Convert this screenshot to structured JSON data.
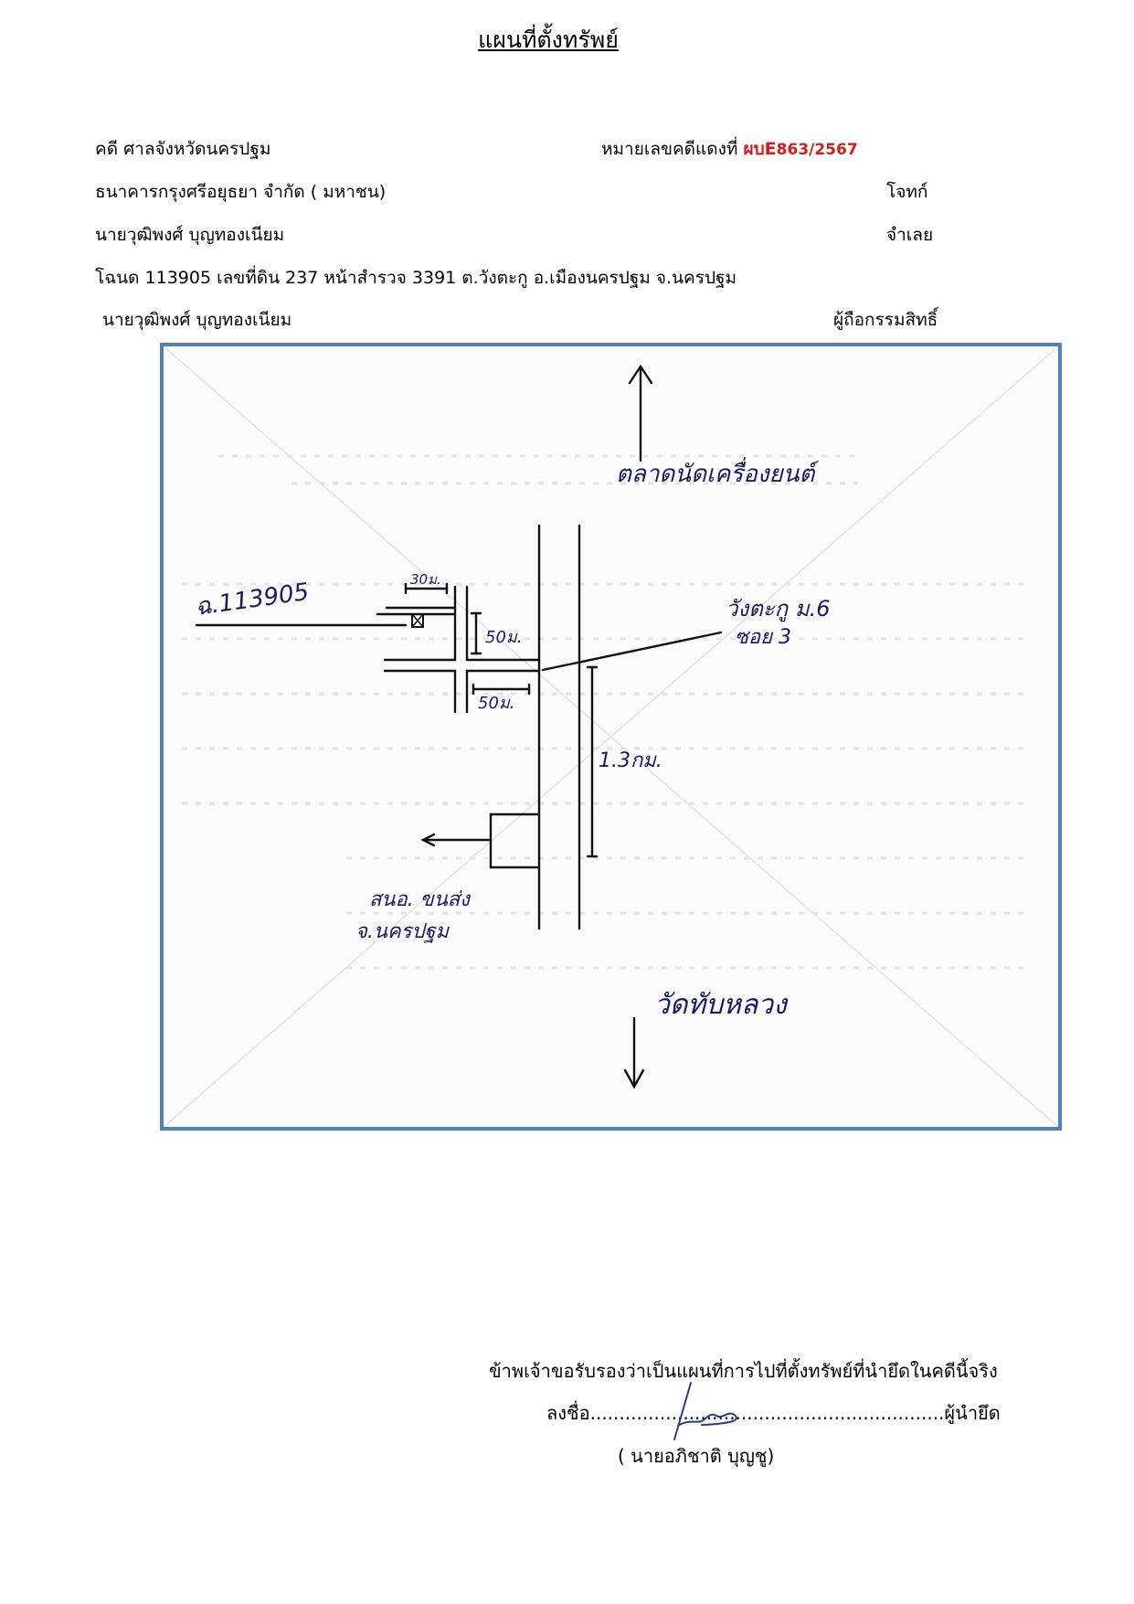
{
  "header": {
    "title": "แผนที่ตั้งทรัพย์"
  },
  "case": {
    "court": "คดี ศาลจังหวัดนครปฐม",
    "red_case_label": "หมายเลขคดีแดงที่",
    "red_case_prefix": "ผบE",
    "red_case_number": "863/2567",
    "plaintiff": "ธนาคารกรุงศรีอยุธยา จำกัด ( มหาชน)",
    "plaintiff_role": "โจทก์",
    "defendant": "นายวุฒิพงศ์  บุญทองเนียม",
    "defendant_role": "จำเลย",
    "deed": "โฉนด 113905  เลขที่ดิน 237 หน้าสำรวจ 3391 ต.วังตะกู   อ.เมืองนครปฐม  จ.นครปฐม",
    "owner": "นายวุฒิพงศ์  บุญทองเนียม",
    "owner_role": "ผู้ถือกรรมสิทธิ์"
  },
  "map": {
    "north_label": "ตลาดนัดเครื่องยนต์",
    "south_label": "วัดทับหลวง",
    "deed_label": "ฉ.113905",
    "dim_top": "30ม.",
    "dim_side": "50ม.",
    "dim_bottom": "50ม.",
    "soi_label_line1": "วังตะกู ม.6",
    "soi_label_line2": "ซอย 3",
    "distance": "1.3กม.",
    "office_line1": "สนอ. ขนส่ง",
    "office_line2": "จ.นครปฐม"
  },
  "certification": {
    "statement": "ข้าพเจ้าขอรับรองว่าเป็นแผนที่การไปที่ตั้งทรัพย์ที่นำยึดในคดีนี้จริง",
    "sign_prefix": "ลงชื่อ",
    "sign_suffix": "ผู้นำยึด",
    "signer": "(  นายอภิชาติ  บุญชู)"
  },
  "colors": {
    "frame": "#4f81bd",
    "case_number": "#d21d1d",
    "signature": "#2a3d8f"
  }
}
